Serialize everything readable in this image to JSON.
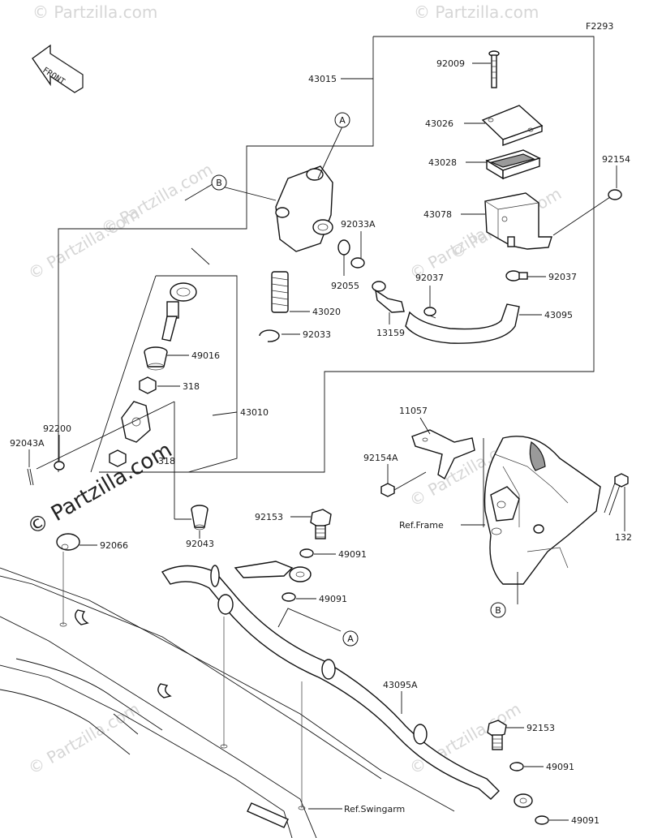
{
  "diagram_code": "F2293",
  "front_arrow_label": "FRONT",
  "watermark": "© Partzilla.com",
  "watermark_small": "© Partzilla.com",
  "callouts": {
    "A": "A",
    "B": "B"
  },
  "parts": {
    "p43015": "43015",
    "p92009": "92009",
    "p43026": "43026",
    "p43028": "43028",
    "p43078": "43078",
    "p92154": "92154",
    "p92033A": "92033A",
    "p92037a": "92037",
    "p92037b": "92037",
    "p43095": "43095",
    "p92055": "92055",
    "p43020": "43020",
    "p13159": "13159",
    "p92033": "92033",
    "p49016": "49016",
    "p318a": "318",
    "p318b": "318",
    "p43010": "43010",
    "p92200": "92200",
    "p92043A": "92043A",
    "p92043": "92043",
    "p92066": "92066",
    "p11057": "11057",
    "p92154A": "92154A",
    "pRefFrame": "Ref.Frame",
    "p132": "132",
    "p92153a": "92153",
    "p49091a": "49091",
    "p49091b": "49091",
    "p43095A": "43095A",
    "p92153b": "92153",
    "p49091c": "49091",
    "p49091d": "49091",
    "pRefSwingarm": "Ref.Swingarm"
  }
}
